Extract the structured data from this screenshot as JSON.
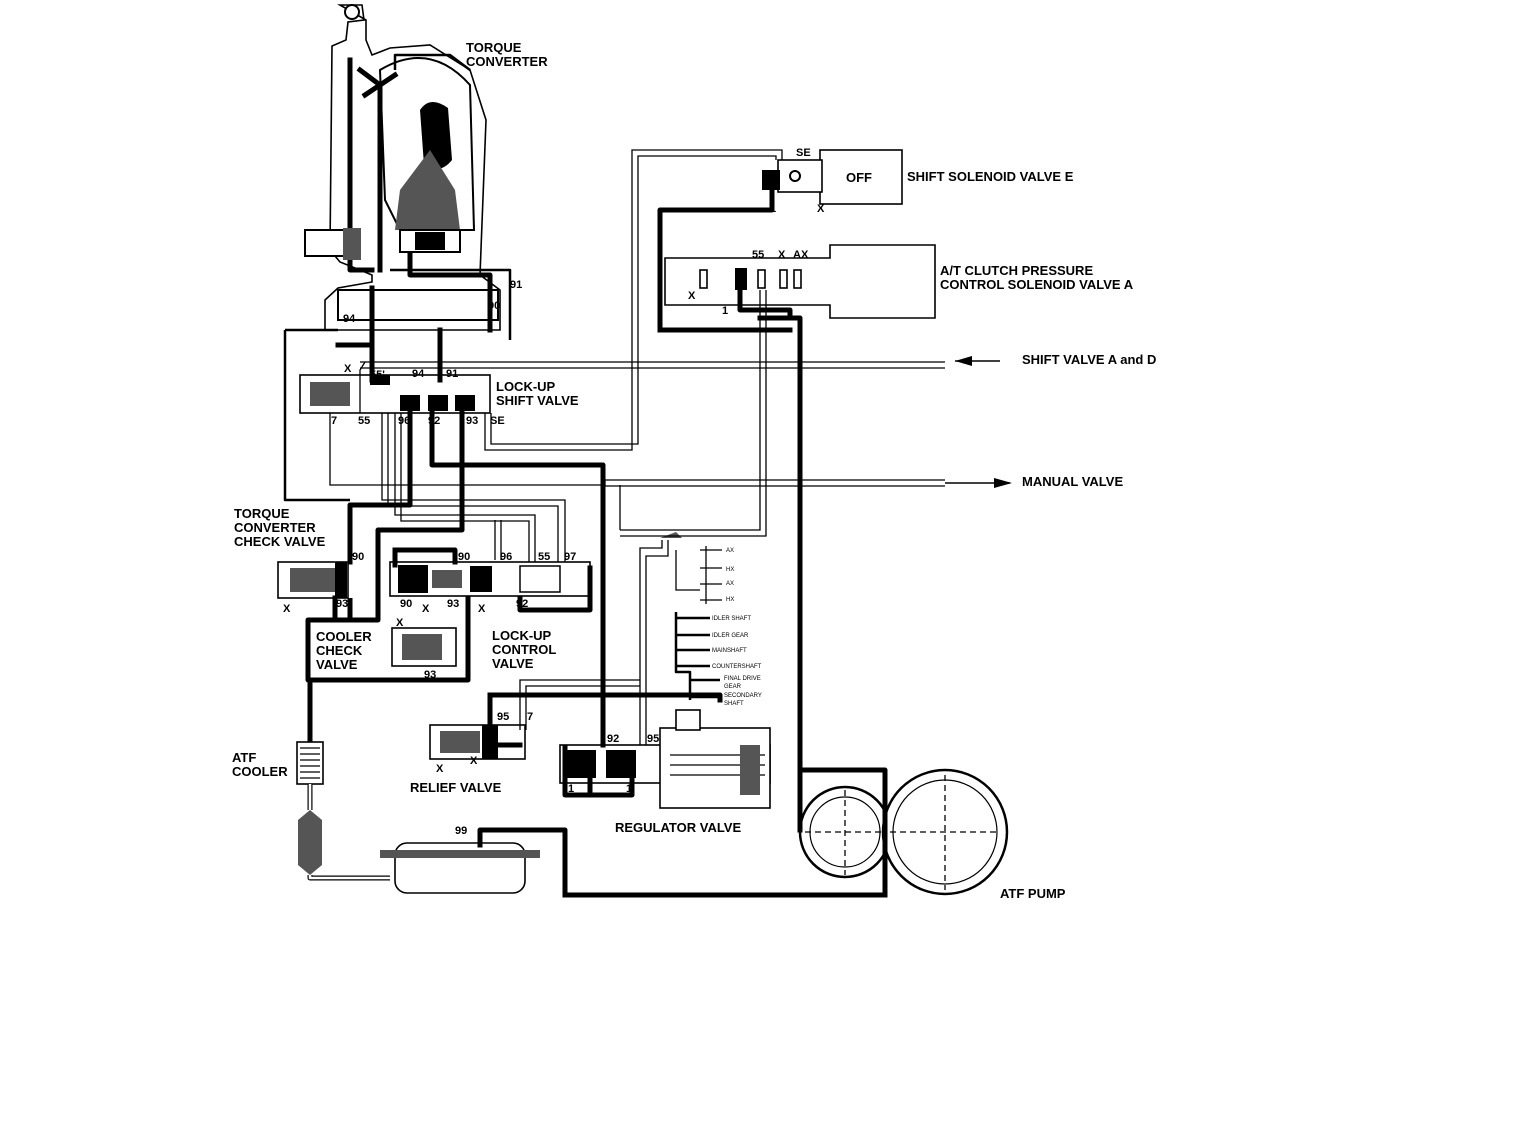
{
  "labels": {
    "torque_converter": [
      "TORQUE",
      "CONVERTER"
    ],
    "shift_solenoid_e": "SHIFT SOLENOID VALVE E",
    "shift_solenoid_state": "OFF",
    "at_clutch_solenoid": [
      "A/T CLUTCH PRESSURE",
      "CONTROL SOLENOID VALVE A"
    ],
    "shift_valve_a_d": "SHIFT VALVE A and D",
    "lockup_shift_valve": [
      "LOCK-UP",
      "SHIFT VALVE"
    ],
    "manual_valve": "MANUAL VALVE",
    "tc_check_valve": [
      "TORQUE",
      "CONVERTER",
      "CHECK VALVE"
    ],
    "cooler_check_valve": [
      "COOLER",
      "CHECK",
      "VALVE"
    ],
    "lockup_control_valve": [
      "LOCK-UP",
      "CONTROL",
      "VALVE"
    ],
    "atf_cooler": [
      "ATF",
      "COOLER"
    ],
    "relief_valve": "RELIEF VALVE",
    "regulator_valve": "REGULATOR VALVE",
    "atf_pump": "ATF PUMP"
  },
  "lube_points": [
    "IDLER SHAFT",
    "IDLER GEAR",
    "MAINSHAFT",
    "COUNTERSHAFT",
    "FINAL DRIVE",
    "GEAR",
    "SECONDARY",
    "SHAFT"
  ],
  "lube_small": [
    "AX",
    "HX",
    "AX",
    "HX"
  ],
  "ports": {
    "p91": "91",
    "p90": "90",
    "p94": "94",
    "p55": "55",
    "pX": "X",
    "pAX": "AX",
    "p55p": "55'",
    "p7": "7",
    "p96": "96",
    "p92": "92",
    "p93": "93",
    "pSE": "SE",
    "p97": "97",
    "p95": "95",
    "p1": "1",
    "p99": "99"
  },
  "colors": {
    "line": "#000000",
    "background": "#ffffff"
  }
}
